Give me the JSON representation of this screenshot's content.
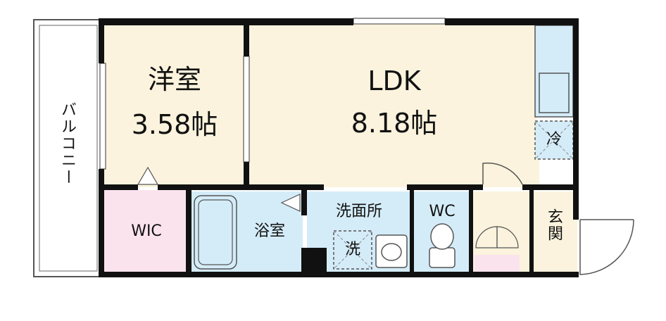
{
  "rooms": {
    "western": {
      "name": "洋室",
      "size": "3.58帖"
    },
    "ldk": {
      "name": "LDK",
      "size": "8.18帖"
    },
    "balcony": {
      "name": "バルコニー"
    },
    "wic": {
      "name": "WIC"
    },
    "bath": {
      "name": "浴室"
    },
    "washroom": {
      "name": "洗面所"
    },
    "wc": {
      "name": "WC"
    },
    "entrance": {
      "name": "玄関"
    }
  },
  "fixtures": {
    "fridge": {
      "label": "冷"
    },
    "washer": {
      "label": "洗"
    }
  },
  "colors": {
    "floor_room": "#fbf3dd",
    "wic": "#fbe3ee",
    "wet_area": "#d4ecf8",
    "wall": "#111111",
    "balcony": "#ffffff"
  }
}
